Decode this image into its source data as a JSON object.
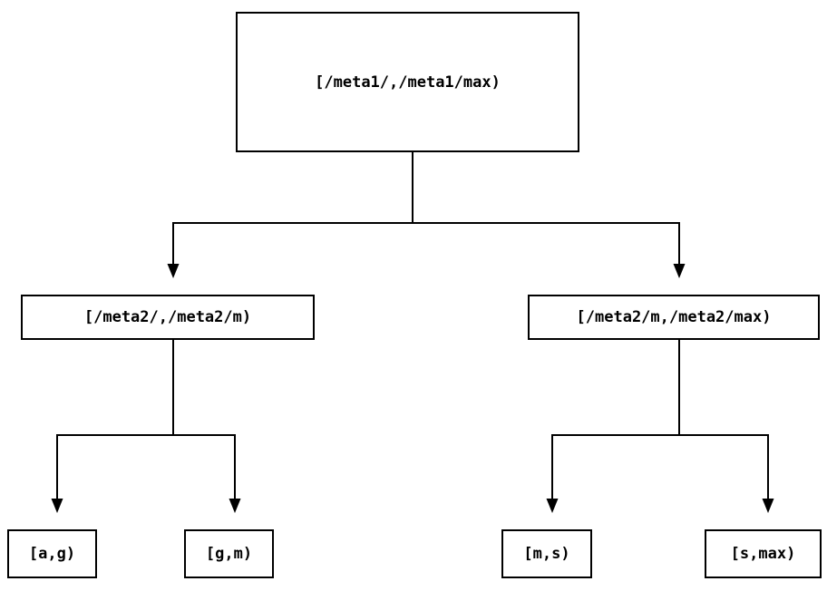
{
  "diagram": {
    "type": "binary-tree",
    "colors": {
      "background": "#ffffff",
      "line": "#000000",
      "text": "#000000"
    },
    "nodes": {
      "root": {
        "label": "[/meta1/,/meta1/max)"
      },
      "l2_left": {
        "label": "[/meta2/,/meta2/m)"
      },
      "l2_right": {
        "label": "[/meta2/m,/meta2/max)"
      },
      "leaf_ag": {
        "label": "[a,g)"
      },
      "leaf_gm": {
        "label": "[g,m)"
      },
      "leaf_ms": {
        "label": "[m,s)"
      },
      "leaf_smax": {
        "label": "[s,max)"
      }
    },
    "edges": [
      {
        "from": "root",
        "to": "l2_left"
      },
      {
        "from": "root",
        "to": "l2_right"
      },
      {
        "from": "l2_left",
        "to": "leaf_ag"
      },
      {
        "from": "l2_left",
        "to": "leaf_gm"
      },
      {
        "from": "l2_right",
        "to": "leaf_ms"
      },
      {
        "from": "l2_right",
        "to": "leaf_smax"
      }
    ]
  }
}
